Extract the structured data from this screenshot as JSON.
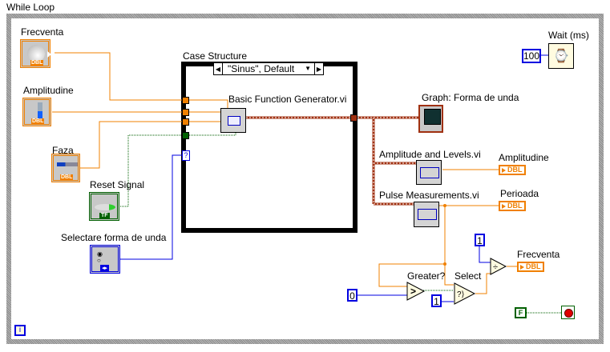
{
  "window": {
    "title": "While Loop"
  },
  "while_loop": {
    "label": "While Loop",
    "iteration_terminal": "i"
  },
  "case_structure": {
    "label": "Case Structure",
    "selector_value": "\"Sinus\", Default",
    "selector_terminal": "?"
  },
  "controls": {
    "frecventa": {
      "label": "Frecventa",
      "type": "DBL",
      "icon": "knob-icon"
    },
    "amplitudine": {
      "label": "Amplitudine",
      "type": "DBL",
      "icon": "vertical-slider-icon"
    },
    "faza": {
      "label": "Faza",
      "type": "DBL",
      "icon": "horizontal-slider-icon"
    },
    "reset_signal": {
      "label": "Reset Signal",
      "type": "TF",
      "icon": "led-switch-icon"
    },
    "selectare": {
      "label": "Selectare forma de unda",
      "type": "enum",
      "icon": "radio-buttons-icon"
    }
  },
  "subvis": {
    "basic_function_generator": {
      "label": "Basic Function Generator.vi"
    },
    "amplitude_levels": {
      "label": "Amplitude and Levels.vi"
    },
    "pulse_measurements": {
      "label": "Pulse Measurements.vi"
    }
  },
  "indicators": {
    "graph": {
      "label": "Graph: Forma de unda"
    },
    "amplitudine": {
      "label": "Amplitudine",
      "type": "DBL"
    },
    "perioada": {
      "label": "Perioada",
      "type": "DBL"
    },
    "frecventa": {
      "label": "Frecventa",
      "type": "DBL"
    }
  },
  "wait": {
    "label": "Wait (ms)",
    "constant": "100"
  },
  "primitives": {
    "greater": {
      "label": "Greater?",
      "symbol": ">",
      "constant": "0"
    },
    "select": {
      "label": "Select",
      "constant": "1"
    },
    "divide": {
      "symbol": "÷",
      "constant": "1"
    }
  },
  "stop": {
    "constant": "F"
  },
  "colors": {
    "dbl_wire": "#f08000",
    "bool_wire": "#006000",
    "int_wire": "#0000e0",
    "waveform_wire": "#a03010"
  }
}
